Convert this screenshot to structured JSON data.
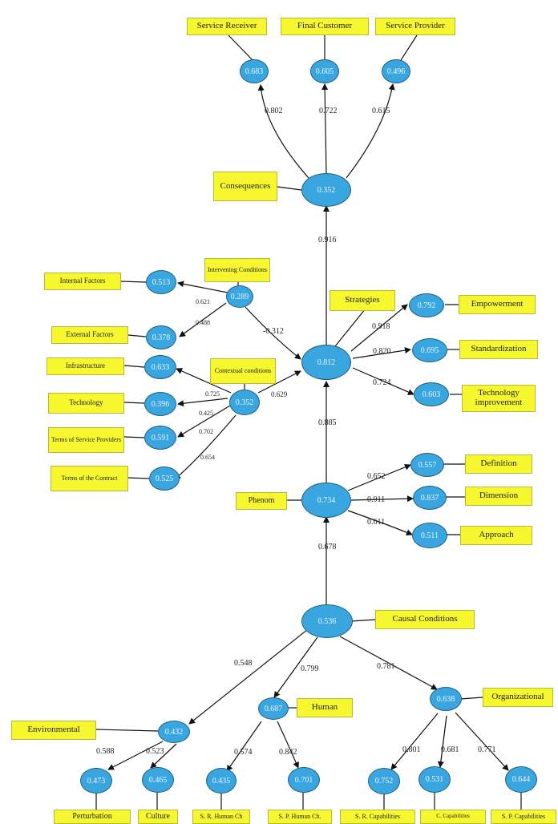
{
  "boxes": {
    "service_receiver": "Service Receiver",
    "final_customer": "Final Customer",
    "service_provider": "Service Provider",
    "consequences": "Consequences",
    "intervening_conditions": "Intervening Conditions",
    "internal_factors": "Internal Factors",
    "external_factors": "External Factors",
    "strategies": "Strategies",
    "empowerment": "Empowerment",
    "standardization": "Standardization",
    "technology_improvement": "Technology improvement",
    "infrastructure": "Infrastructure",
    "contextual_conditions": "Contextual conditions",
    "technology": "Technology",
    "terms_service_providers": "Terms of Service Providers",
    "terms_contract": "Terms of the Contract",
    "definition": "Definition",
    "dimension": "Dimension",
    "approach": "Approach",
    "phenom": "Phenom",
    "causal_conditions": "Causal Conditions",
    "environmental": "Environmental",
    "human": "Human",
    "organizational": "Organizational",
    "perturbation": "Perturbation",
    "culture": "Culture",
    "sr_human": "S. R. Human Ch",
    "sp_human": "S. P. Human Ch.",
    "sr_capabilities": "S. R. Capabilities",
    "c_capabilities": "C. Capabilities",
    "sp_capabilities": "S. P. Capabilities"
  },
  "nodes": {
    "service_receiver": "0.683",
    "final_customer": "0.605",
    "service_provider": "0.496",
    "consequences": "0.352",
    "internal_factors": "0.513",
    "intervening_conditions": "0.289",
    "external_factors": "0.378",
    "strategies": "0.812",
    "empowerment": "0.792",
    "standardization": "0.695",
    "technology_improvement": "0.603",
    "infrastructure": "0.633",
    "contextual_conditions": "0.352",
    "technology": "0.396",
    "terms_service_providers": "0.591",
    "terms_contract": "0.525",
    "definition": "0.557",
    "dimension": "0.837",
    "approach": "0.511",
    "phenom": "0.734",
    "causal_conditions": "0.536",
    "environmental": "0.432",
    "human": "0.687",
    "organizational": "0.638",
    "perturbation": "0.473",
    "culture": "0.465",
    "sr_human": "0.435",
    "sp_human": "0.701",
    "sr_capabilities": "0.752",
    "c_capabilities": "0.531",
    "sp_capabilities": "0.644"
  },
  "paths": {
    "cons_sr": "0.802",
    "cons_fc": "0.722",
    "cons_sp": "0.615",
    "strat_cons": "0.916",
    "int_internal": "0.621",
    "int_external": "0.488",
    "int_strat": "-0.312",
    "strat_emp": "0.918",
    "strat_std": "0.820",
    "strat_tech": "0.724",
    "ctx_infra": "0.725",
    "ctx_tech": "0.425",
    "ctx_tsp": "0.702",
    "ctx_tc": "0.654",
    "ctx_strat": "0.629",
    "phen_strat": "0.885",
    "phen_def": "0.652",
    "phen_dim": "0.911",
    "phen_app": "0.611",
    "cc_phen": "0.678",
    "cc_env": "0.548",
    "cc_hum": "0.799",
    "cc_org": "0.781",
    "env_pert": "0.588",
    "env_cult": "0.523",
    "hum_srh": "0.574",
    "hum_sph": "0.842",
    "org_src": "0.801",
    "org_cc": "0.681",
    "org_spc": "0.771"
  },
  "colors": {
    "box": "#f7f72f",
    "node": "#39a6e0",
    "node_border": "#1f5f86",
    "line": "#111111"
  }
}
